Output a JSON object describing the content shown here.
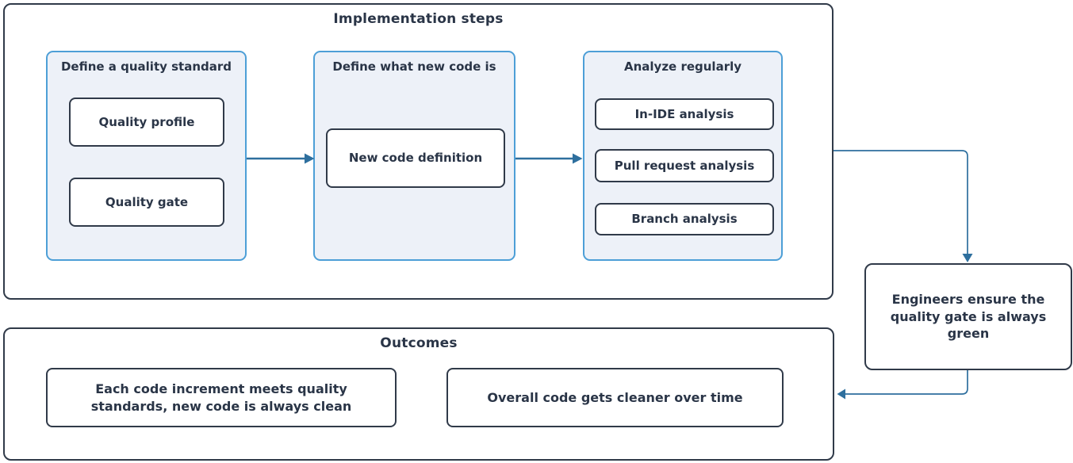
{
  "colors": {
    "outline_dark": "#303a49",
    "panel_border": "#4d9fd7",
    "panel_fill": "#edf1f8",
    "connector_blue": "#2e6f9e",
    "text_dark": "#2a3547",
    "node_fill": "#ffffff"
  },
  "implementation": {
    "title": "Implementation steps",
    "panels": [
      {
        "title": "Define a quality standard",
        "items": [
          "Quality profile",
          "Quality gate"
        ]
      },
      {
        "title": "Define what new code is",
        "items": [
          "New code definition"
        ]
      },
      {
        "title": "Analyze regularly",
        "items": [
          "In-IDE analysis",
          "Pull request analysis",
          "Branch analysis"
        ]
      }
    ]
  },
  "side_note": "Engineers ensure the quality gate is always green",
  "outcomes": {
    "title": "Outcomes",
    "items": [
      "Each code increment meets quality standards, new code is always clean",
      "Overall code gets cleaner over time"
    ]
  }
}
